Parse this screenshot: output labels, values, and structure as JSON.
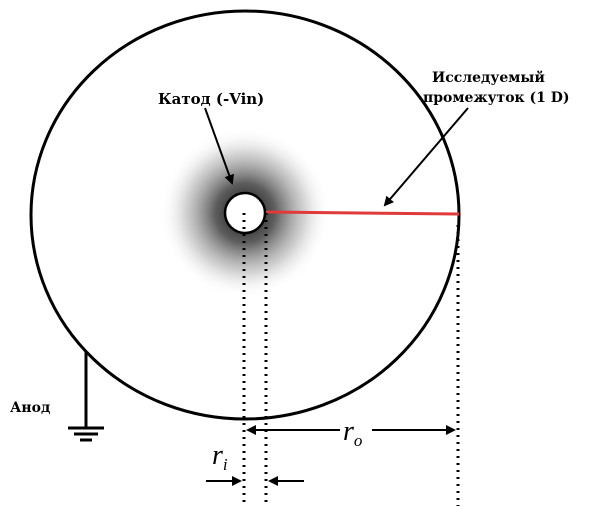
{
  "labels": {
    "cathode": "Катод (-Vin)",
    "gap_line1": "Исследуемый",
    "gap_line2": "промежуток (1 D)",
    "anode": "Анод",
    "r_inner_base": "r",
    "r_inner_sub": "i",
    "r_outer_base": "r",
    "r_outer_sub": "o"
  },
  "colors": {
    "outline": "#000000",
    "gap_line": "#e03a3a",
    "glow_center": "#1a1a1a",
    "background": "#ffffff"
  }
}
